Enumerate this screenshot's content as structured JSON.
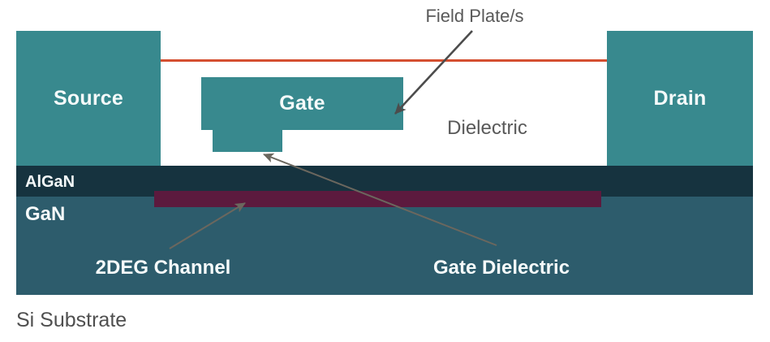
{
  "diagram": {
    "electrodes": {
      "source": "Source",
      "gate": "Gate",
      "drain": "Drain"
    },
    "regions": {
      "dielectric": "Dielectric",
      "algan": "AlGaN",
      "gan": "GaN",
      "si_substrate": "Si Substrate"
    },
    "annotations": {
      "field_plate": "Field Plate/s",
      "deg_channel": "2DEG Channel",
      "gate_dielectric": "Gate Dielectric"
    }
  },
  "colors": {
    "electrode": "#38898e",
    "algan_layer": "#16333f",
    "gan_layer": "#2d5c6c",
    "deg_bar": "#5c1a3e",
    "top_line": "#d44f30",
    "arrow_dark": "#4c4c4c",
    "arrow_light": "#6b675e",
    "annotation_text": "#595959",
    "label_text": "#f5fafa",
    "substrate_text": "#4f4f4f",
    "background": "#ffffff"
  }
}
